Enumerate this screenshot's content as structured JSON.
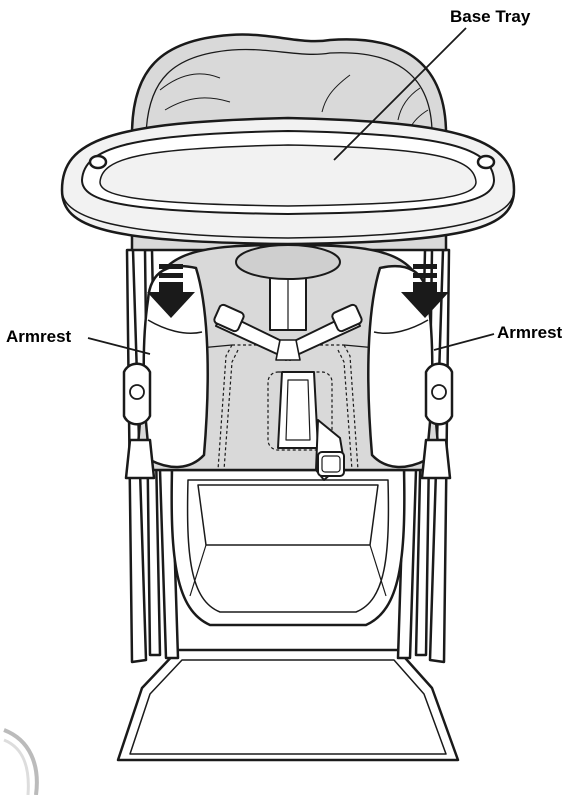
{
  "labels": {
    "base_tray": "Base Tray",
    "armrest_left": "Armrest",
    "armrest_right": "Armrest"
  },
  "colors": {
    "line": "#1a1a1a",
    "fabric": "#d9d9d9",
    "fabric_dark": "#cfcfcf",
    "tray": "#f2f2f2",
    "arrow": "#1a1a1a",
    "background": "#ffffff"
  }
}
